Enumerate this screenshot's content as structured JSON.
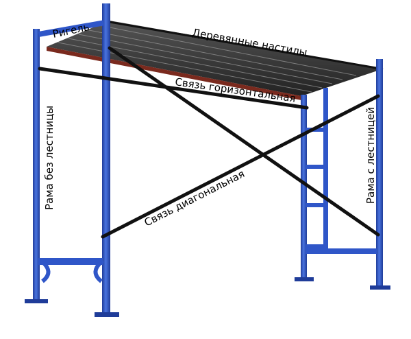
{
  "labels": {
    "rigel": "Ригель",
    "decking": "Деревянные настилы",
    "horizontal_brace": "Связь горизонтальная",
    "frame_no_ladder": "Рама без лестницы",
    "frame_with_ladder": "Рама с лестницей",
    "diagonal_brace": "Связь диагональная"
  },
  "colors": {
    "frame": "#2f56c8",
    "frame_dark": "#1f3c99",
    "brace": "#111111",
    "deck": "#3a3a3a",
    "deck_under": "#7a2a1e"
  }
}
